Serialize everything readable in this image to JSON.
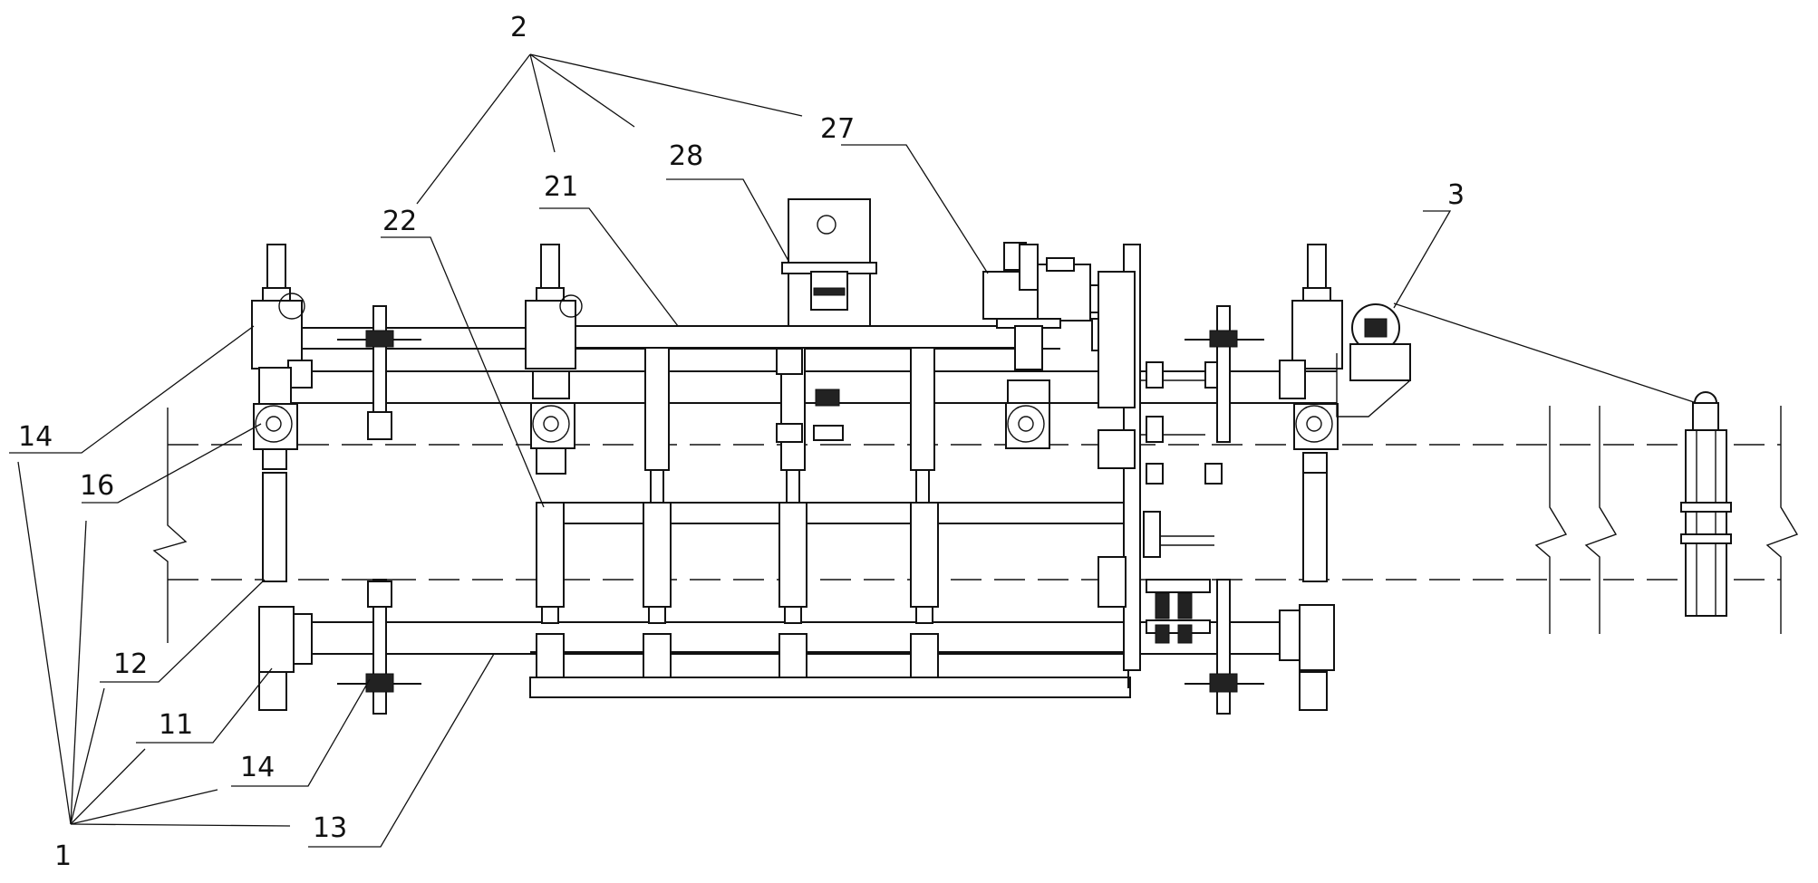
{
  "labels": {
    "l2": "2",
    "l27": "27",
    "l28": "28",
    "l21": "21",
    "l22": "22",
    "l3": "3",
    "l14_top": "14",
    "l16": "16",
    "l12": "12",
    "l11": "11",
    "l14_bottom": "14",
    "l13": "13",
    "l1": "1"
  }
}
